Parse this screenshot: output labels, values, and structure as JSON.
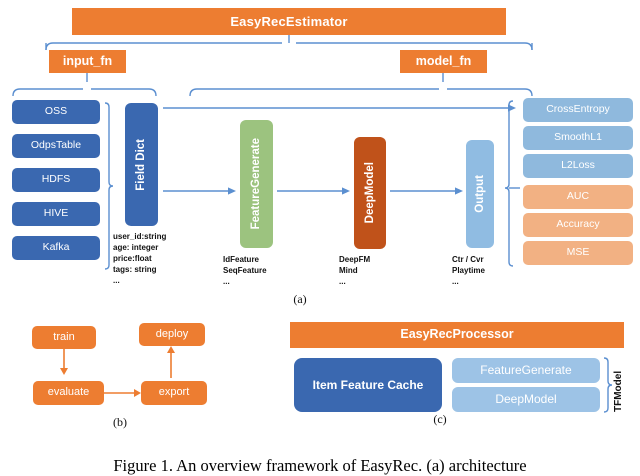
{
  "figure": {
    "caption": "Figure 1. An overview framework of EasyRec. (a) architecture"
  },
  "panel_a": {
    "label": "(a)",
    "banner": {
      "title": "EasyRecEstimator"
    },
    "fn_tags": [
      {
        "label": "input_fn"
      },
      {
        "label": "model_fn"
      }
    ],
    "data_sources": [
      {
        "label": "OSS"
      },
      {
        "label": "OdpsTable"
      },
      {
        "label": "HDFS"
      },
      {
        "label": "HIVE"
      },
      {
        "label": "Kafka"
      }
    ],
    "field_dict": {
      "label": "Field Dict",
      "note": "user_id:string\nage: integer\nprice:float\ntags: string\n..."
    },
    "feature_generate": {
      "label": "FeatureGenerate",
      "note": "IdFeature\nSeqFeature\n..."
    },
    "deep_model": {
      "label": "DeepModel",
      "note": "DeepFM\nMind\n..."
    },
    "output": {
      "label": "Output",
      "note": "Ctr / Cvr\nPlaytime\n..."
    },
    "losses": [
      {
        "label": "CrossEntropy"
      },
      {
        "label": "SmoothL1"
      },
      {
        "label": "L2Loss"
      }
    ],
    "metrics": [
      {
        "label": "AUC"
      },
      {
        "label": "Accuracy"
      },
      {
        "label": "MSE"
      }
    ]
  },
  "panel_b": {
    "label": "(b)",
    "nodes": [
      {
        "label": "train"
      },
      {
        "label": "deploy"
      },
      {
        "label": "evaluate"
      },
      {
        "label": "export"
      }
    ]
  },
  "panel_c": {
    "label": "(c)",
    "banner": {
      "title": "EasyRecProcessor"
    },
    "cache": {
      "label": "Item Feature Cache"
    },
    "tfmodel": {
      "label": "TFModel",
      "items": [
        {
          "label": "FeatureGenerate"
        },
        {
          "label": "DeepModel"
        }
      ]
    }
  },
  "colors": {
    "orange": "#ED7D31",
    "blue": "#3A68B0",
    "green": "#9CC37F",
    "dark_orange": "#C0521A",
    "light_blue": "#90BCE2",
    "metric_blue": "#8FB9DD",
    "metric_orange": "#F2B183",
    "connector": "#5B8FD0"
  }
}
